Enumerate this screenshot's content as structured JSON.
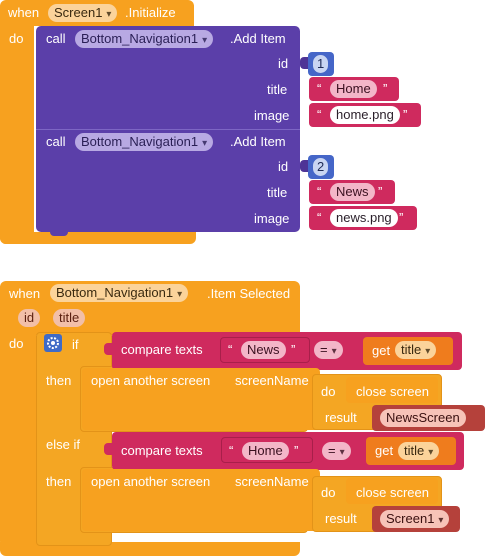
{
  "block1": {
    "when": "when",
    "component": "Screen1",
    "event": ".Initialize",
    "do": "do",
    "call1": {
      "call": "call",
      "component": "Bottom_Navigation1",
      "method": ".Add Item",
      "id_label": "id",
      "id_value": "1",
      "title_label": "title",
      "title_value": "Home",
      "image_label": "image",
      "image_value": "home.png"
    },
    "call2": {
      "call": "call",
      "component": "Bottom_Navigation1",
      "method": ".Add Item",
      "id_label": "id",
      "id_value": "2",
      "title_label": "title",
      "title_value": "News",
      "image_label": "image",
      "image_value": "news.png"
    }
  },
  "block2": {
    "when": "when",
    "component": "Bottom_Navigation1",
    "event": ".Item Selected",
    "param_id": "id",
    "param_title": "title",
    "do": "do",
    "if": "if",
    "then": "then",
    "else_if": "else if",
    "cond1": {
      "compare": "compare texts",
      "text": "News",
      "op": "=",
      "get": "get",
      "var": "title"
    },
    "then1": {
      "open": "open another screen",
      "screenName": "screenName",
      "do": "do",
      "close": "close screen",
      "result": "result",
      "result_value": "NewsScreen"
    },
    "cond2": {
      "compare": "compare texts",
      "text": "Home",
      "op": "=",
      "get": "get",
      "var": "title"
    },
    "then2": {
      "open": "open another screen",
      "screenName": "screenName",
      "do": "do",
      "close": "close screen",
      "result": "result",
      "result_value": "Screen1"
    }
  },
  "colors": {
    "event": "#f7a11f",
    "component_call": "#5b3fa9",
    "text": "#cf2a5e",
    "math": "#4566c8",
    "variable": "#ef7c1d",
    "control": "#f7a11f"
  },
  "icons": {
    "gear": "gear-icon"
  }
}
